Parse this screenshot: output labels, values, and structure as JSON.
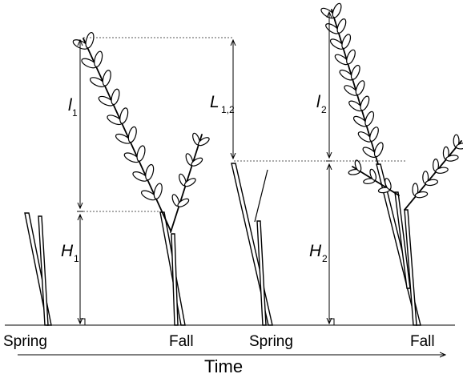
{
  "labels": {
    "spring1": "Spring",
    "fall1": "Fall",
    "spring2": "Spring",
    "fall2": "Fall",
    "time": "Time",
    "l1": "l",
    "l1_sub": "1",
    "h1": "H",
    "h1_sub": "1",
    "l12": "L",
    "l12_sub": "1,2",
    "l2": "l",
    "l2_sub": "2",
    "h2": "H",
    "h2_sub": "2"
  }
}
